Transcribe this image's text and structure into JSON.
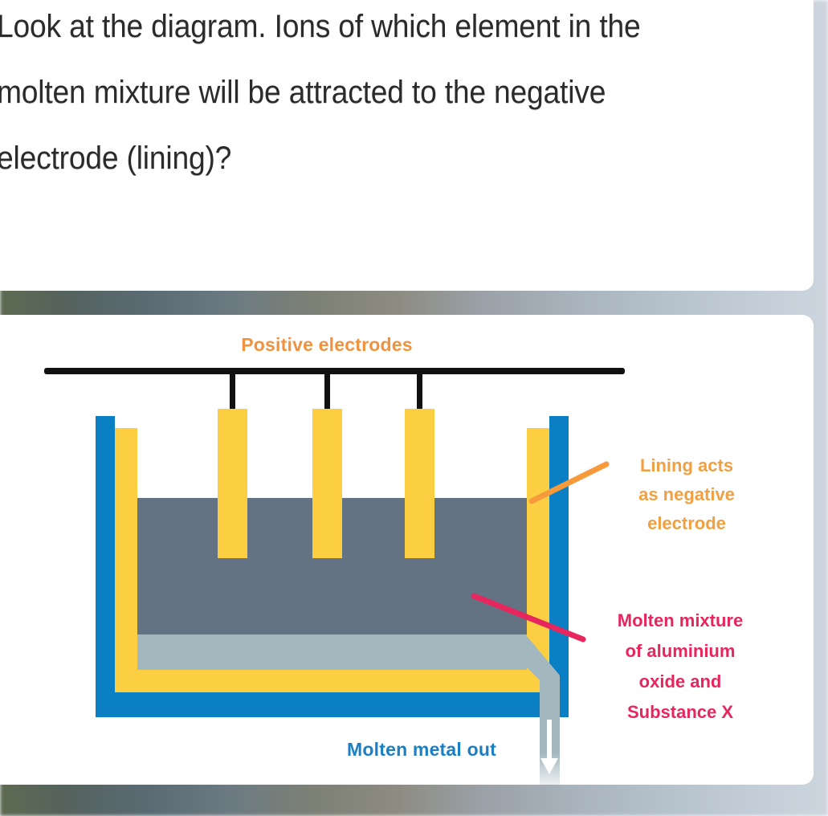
{
  "question": {
    "text": "Look at the diagram. Ions of which element in the molten mixture will be attracted to the negative electrode (lining)?"
  },
  "diagram": {
    "title": "aluminium electrolysis cell",
    "labels": {
      "positive_electrodes": "Positive electrodes",
      "lining": "Lining acts\nas negative\nelectrode",
      "molten_mixture": "Molten mixture\nof aluminium\noxide and\nSubstance X",
      "molten_metal_out": "Molten metal out"
    },
    "colors": {
      "electrode_yellow": "#fbcf41",
      "cell_blue": "#0b7fc4",
      "molten_mixture_grey": "#647384",
      "molten_metal_grey": "#a3b7bf",
      "busbar_black": "#111111",
      "label_orange": "#f0923e",
      "label_lining_orange": "#f0a041",
      "label_pink": "#e8265e",
      "label_blue": "#1b7fc4",
      "spout_grey": "#a3b7bf"
    },
    "parts": [
      {
        "name": "busbar",
        "label": "horizontal conductor bar"
      },
      {
        "name": "electrode-1",
        "label": "positive electrode"
      },
      {
        "name": "electrode-2",
        "label": "positive electrode"
      },
      {
        "name": "electrode-3",
        "label": "positive electrode"
      },
      {
        "name": "cell-outer-wall",
        "label": "cell outer wall"
      },
      {
        "name": "carbon-lining",
        "label": "carbon lining / negative electrode"
      },
      {
        "name": "molten-mixture-layer",
        "label": "molten aluminium oxide and Substance X"
      },
      {
        "name": "molten-metal-layer",
        "label": "molten aluminium"
      },
      {
        "name": "tap-spout",
        "label": "molten metal outlet spout"
      },
      {
        "name": "outflow-arrow",
        "label": "downward flow arrow"
      }
    ]
  }
}
